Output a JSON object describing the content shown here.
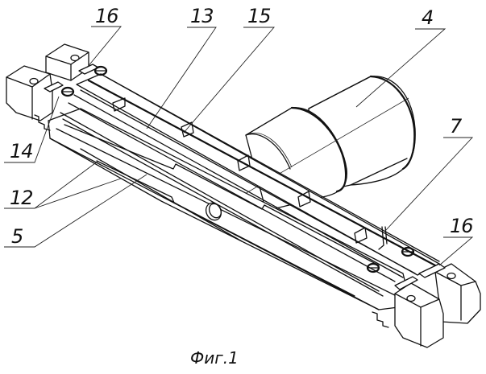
{
  "figure": {
    "caption": "Фиг.1",
    "line_color": "#111111",
    "background": "#ffffff"
  },
  "callouts": [
    {
      "id": "16a",
      "text": "16",
      "target": "end-clamp-plate-left"
    },
    {
      "id": "13",
      "text": "13",
      "target": "guide-strip"
    },
    {
      "id": "15",
      "text": "15",
      "target": "spacer-block"
    },
    {
      "id": "4",
      "text": "4",
      "target": "cylindrical-housing"
    },
    {
      "id": "14",
      "text": "14",
      "target": "fixing-screw-left"
    },
    {
      "id": "7",
      "text": "7",
      "target": "spring-contact"
    },
    {
      "id": "12",
      "text": "12",
      "target": "elastic-plates"
    },
    {
      "id": "5",
      "text": "5",
      "target": "base-bar"
    },
    {
      "id": "16b",
      "text": "16",
      "target": "end-clamp-plate-right"
    }
  ]
}
